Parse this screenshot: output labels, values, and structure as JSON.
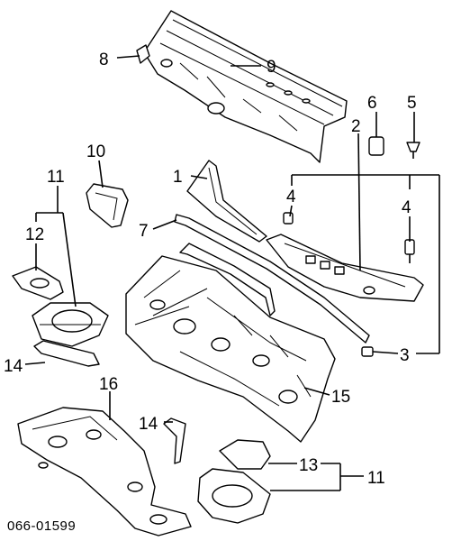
{
  "callouts": {
    "c1": "1",
    "c2": "2",
    "c3": "3",
    "c4a": "4",
    "c4b": "4",
    "c5": "5",
    "c6": "6",
    "c7": "7",
    "c8": "8",
    "c9": "9",
    "c10": "10",
    "c11a": "11",
    "c11b": "11",
    "c12": "12",
    "c13": "13",
    "c14a": "14",
    "c14b": "14",
    "c15": "15",
    "c16": "16"
  },
  "diagram_code": "066-01599"
}
